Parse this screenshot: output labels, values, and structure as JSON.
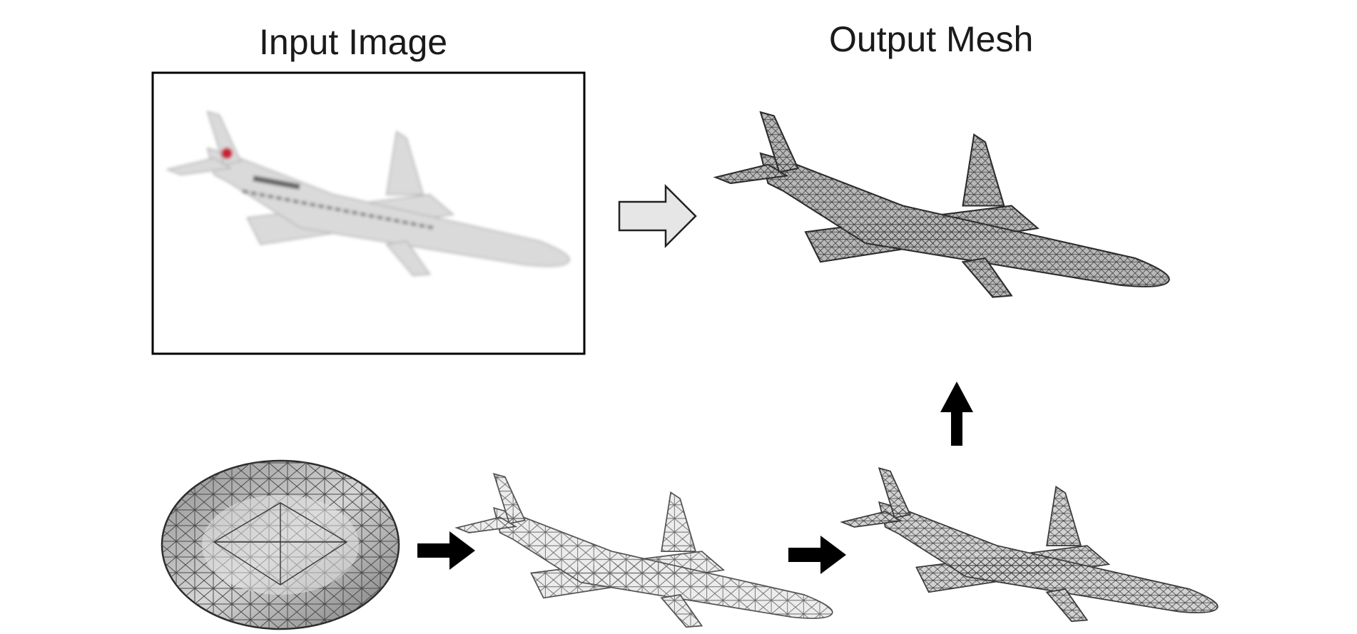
{
  "labels": {
    "input_image": "Input Image",
    "output_mesh": "Output Mesh"
  },
  "colors": {
    "frame": "#000000",
    "arrow_hollow_fill": "#e6e6e6",
    "arrow_solid": "#000000",
    "mesh_fill_light": "#dcdcdc",
    "mesh_fill_dark": "#9a9a9a",
    "mesh_line": "#3a3a3a",
    "livery_red": "#c8203a"
  },
  "elements": {
    "input_photo": "airplane-photo",
    "output": "airplane-output-mesh",
    "stages": [
      "ellipsoid-mesh",
      "airplane-coarse-mesh",
      "airplane-refined-mesh"
    ],
    "arrows": [
      "hollow-arrow-right",
      "arrow-right",
      "arrow-right",
      "arrow-up"
    ]
  }
}
